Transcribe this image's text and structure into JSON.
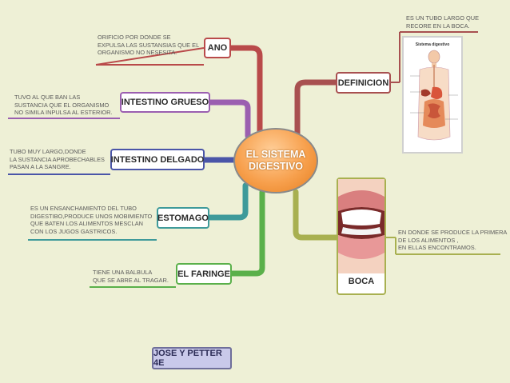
{
  "center": {
    "line1": "EL SISTEMA",
    "line2": "DIGESTIVO"
  },
  "nodes": {
    "ano": "ANO",
    "intestino_grueso": "INTESTINO GRUESO",
    "intestino_delgado": "INTESTINO DELGADO",
    "estomago": "ESTOMAGO",
    "faringe": "EL FARINGE",
    "definicion": "DEFINICION",
    "boca": "BOCA"
  },
  "notes": {
    "ano": "ORIFICIO POR DONDE SE\nEXPULSA LAS SUSTANSIAS QUE EL\nORGANISMO NO NESESITA.",
    "intestino_grueso": "TUVO AL QUE BAN LAS\nSUSTANCIA QUE EL ORGANISMO\nNO SIMILA INPULSA AL ESTERIOR.",
    "intestino_delgado": "TUBO MUY LARGO,DONDE\nLA SUSTANCIA APROBECHABLES\nPASAN A LA SANGRE.",
    "estomago": "ES UN ENSANCHAMIENTO DEL TUBO\nDIGESTIBO,PRODUCE UNOS MOBIMIENTO\nQUE BATEN LOS ALIMENTOS MESCLAN\nCON LOS JUGOS GASTRICOS.",
    "faringe": "TIENE UNA BALBULA\nQUE SE ABRE AL TRAGAR.",
    "definicion": "ES UN TUBO LARGO QUE\nRECORE EN LA BOCA.",
    "boca": "EN DONDE SE PRODUCE LA PRIMERA\nDE LOS ALIMENTOS ,\nEN ELLAS ENCONTRAMOS."
  },
  "image_caption": "Sistema digestivo",
  "footer": "JOSE Y PETTER 4E",
  "colors": {
    "ano": "#b94a4a",
    "intestino_grueso": "#9b5fb0",
    "intestino_delgado": "#4a55a8",
    "estomago": "#3e9a9a",
    "faringe": "#5ab04a",
    "definicion": "#a85050",
    "boca": "#a8b050",
    "center": "#f39a3c"
  },
  "icons": [
    "diagram-icon",
    "mouth-photo"
  ]
}
